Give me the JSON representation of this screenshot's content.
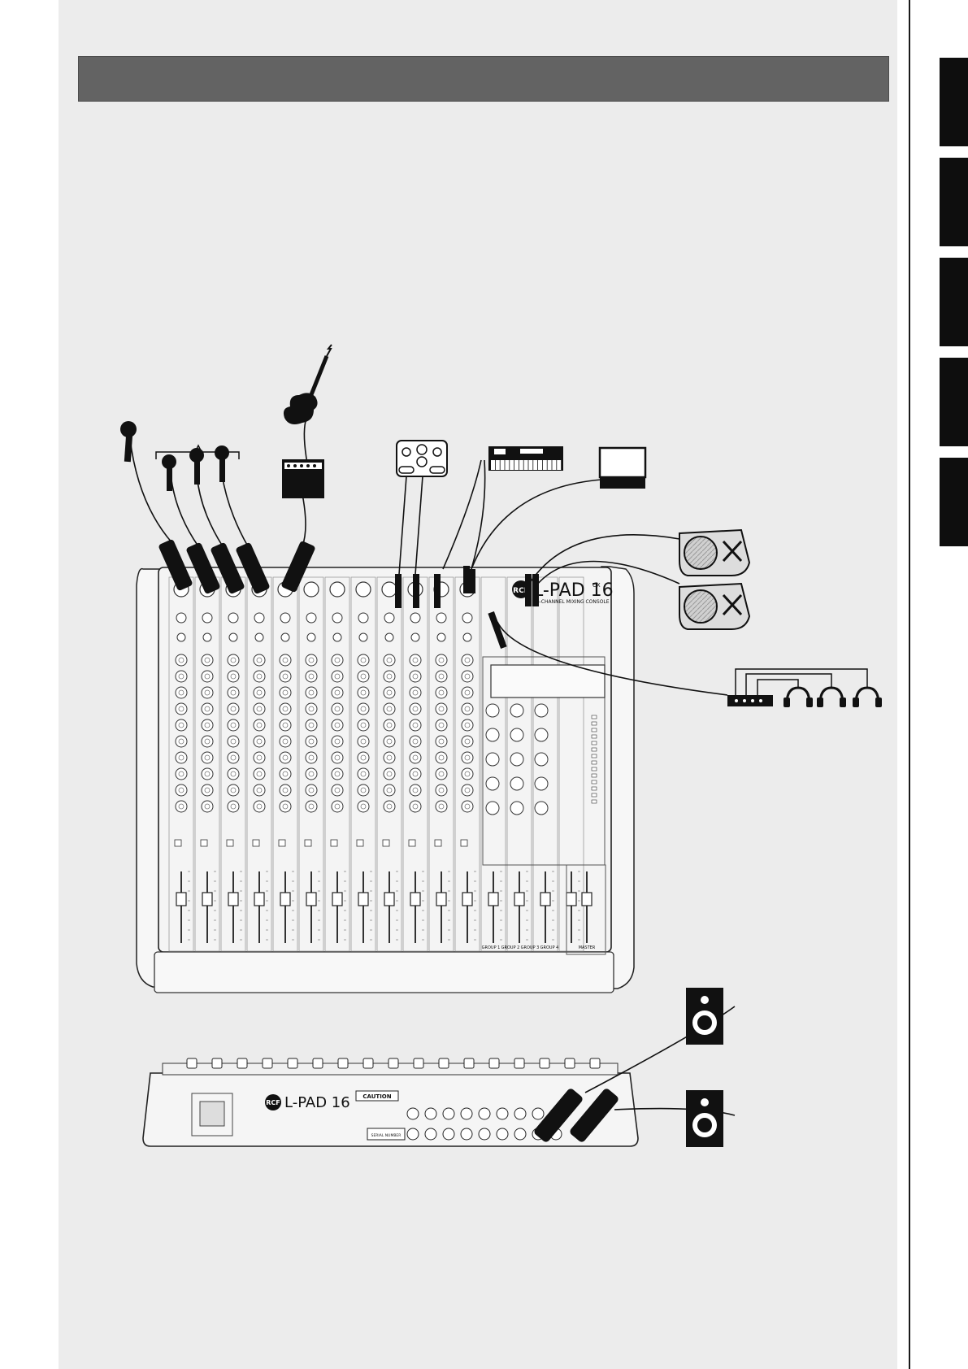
{
  "colors": {
    "page_background": "#ececec",
    "header_bar": "#636363",
    "side_tabs": "#0e0e0e",
    "line_art": "#111111",
    "console_panel": "#f4f4f4"
  },
  "header": {
    "title": ""
  },
  "side_tabs": [
    {
      "icon": "black-tab"
    },
    {
      "icon": "black-tab"
    },
    {
      "icon": "black-tab"
    },
    {
      "icon": "black-tab"
    },
    {
      "icon": "black-tab"
    }
  ],
  "mixer_front": {
    "logo": "RCF",
    "model": "L-PAD 16",
    "model_suffix": "CX",
    "subtitle": "16-CHANNEL MIXING CONSOLE",
    "channel_strip_count": 16,
    "group_fader_labels": [
      "GROUP 1",
      "GROUP 2",
      "GROUP 3",
      "GROUP 4"
    ],
    "master_fader_label": "MASTER"
  },
  "mixer_rear": {
    "logo": "RCF",
    "model": "L-PAD 16",
    "caution_label": "CAUTION",
    "serial_label": "SERIAL NUMBER"
  },
  "peripherals": {
    "microphones": [
      "dynamic-microphone",
      "handheld-microphone",
      "handheld-microphone",
      "handheld-microphone"
    ],
    "instrument": "electric-guitar",
    "amp": "guitar-amplifier",
    "effects": "effects-processor",
    "keyboard": "synth-keyboard",
    "recorder": "recorder-device",
    "monitors": [
      "stage-monitor",
      "stage-monitor"
    ],
    "headphones": [
      "headphones",
      "headphones",
      "headphones"
    ],
    "headphone_amp": "headphone-distribution-amp",
    "main_speakers": [
      "pa-speaker",
      "pa-speaker"
    ]
  }
}
